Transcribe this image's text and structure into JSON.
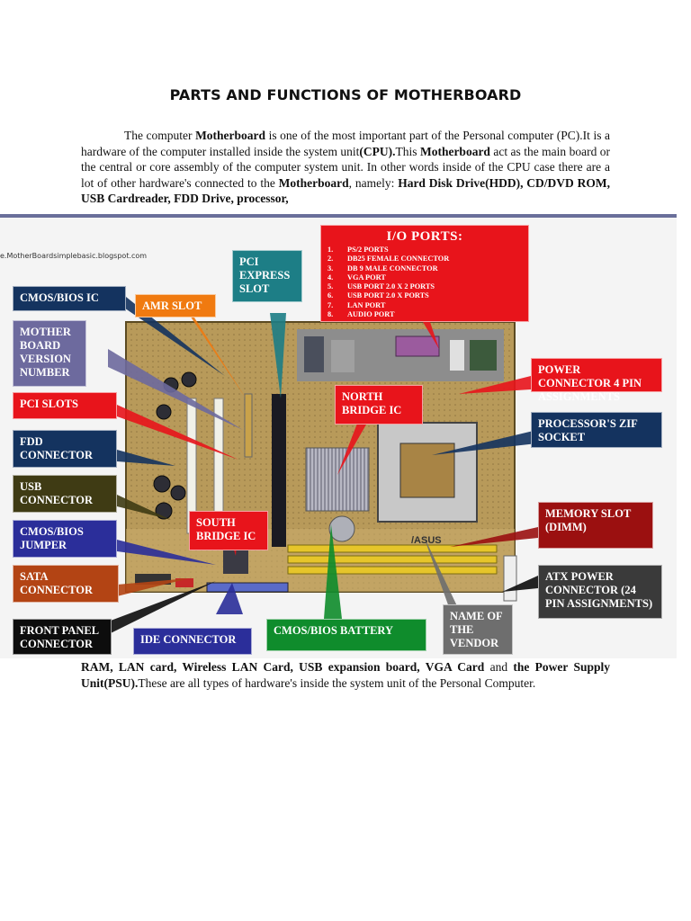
{
  "document": {
    "title": "PARTS AND FUNCTIONS OF MOTHERBOARD",
    "para1": {
      "s1": "The computer ",
      "b1": "Motherboard",
      "s2": " is one of the most important part of the Personal computer (PC).It is a hardware of the computer installed inside the system unit",
      "b2": "(CPU).",
      "s3": "This ",
      "b3": "Motherboard",
      "s4": " act as the main board or the central or core assembly of the computer system unit. In other words inside of the CPU case there are a lot of other hardware's connected to the ",
      "b4": "Motherboard",
      "s5": ", namely: ",
      "b5": "Hard Disk Drive(HDD), CD/DVD ROM, USB Cardreader, FDD Drive, processor,"
    },
    "para2": {
      "b1": "RAM, LAN card, Wireless LAN Card, USB expansion board, VGA Card",
      "s1": " and ",
      "b2": "the Power Supply Unit(PSU).",
      "s2": "These are all types of hardware's inside the system unit of the Personal Computer."
    }
  },
  "figure": {
    "watermark": "e.MotherBoardsimplebasic.blogspot.com",
    "io_ports": {
      "heading": "I/O PORTS:",
      "items": [
        {
          "num": "1.",
          "text": "PS/2 PORTS"
        },
        {
          "num": "2.",
          "text": "DB25 FEMALE CONNECTOR"
        },
        {
          "num": "3.",
          "text": "DB 9 MALE CONNECTOR"
        },
        {
          "num": "4.",
          "text": "VGA PORT"
        },
        {
          "num": "5.",
          "text": "USB PORT 2.0 X 2 PORTS"
        },
        {
          "num": "6.",
          "text": "USB PORT 2.0 X PORTS"
        },
        {
          "num": "7.",
          "text": "LAN PORT"
        },
        {
          "num": "8.",
          "text": "AUDIO PORT"
        }
      ]
    },
    "labels": {
      "cmos_bios_ic": "CMOS/BIOS IC",
      "amr_slot": "AMR SLOT",
      "pci_express": "PCI EXPRESS SLOT",
      "mother_board_version": "MOTHER BOARD VERSION NUMBER",
      "pci_slots": "PCI SLOTS",
      "fdd_connector": "FDD CONNECTOR",
      "usb_connector": "USB CONNECTOR",
      "cmos_bios_jumper": "CMOS/BIOS JUMPER",
      "sata_connector": "SATA CONNECTOR",
      "front_panel": "FRONT PANEL CONNECTOR",
      "ide_connector": "IDE CONNECTOR",
      "cmos_bios_battery": "CMOS/BIOS BATTERY",
      "name_of_vendor": "NAME OF THE VENDOR",
      "north_bridge": "NORTH BRIDGE IC",
      "south_bridge": "SOUTH BRIDGE IC",
      "power_connector": "POWER CONNECTOR 4 PIN ASSIGNMENTS",
      "processor_socket": "PROCESSOR'S ZIF SOCKET",
      "memory_slot": "MEMORY SLOT (DIMM)",
      "atx_power": "ATX POWER CONNECTOR (24 PIN ASSIGNMENTS)",
      "board_brand": "/ASUS"
    },
    "colors": {
      "red": "#e8141b",
      "navy": "#14335f",
      "teal": "#1d7e86",
      "orange": "#f07a10",
      "purple": "#6d6a9e",
      "darkred": "#9b1010",
      "olive": "#3f3b14",
      "blue": "#2b2e9a",
      "rust": "#b34414",
      "black": "#0d0d0d",
      "green": "#0f8c2c",
      "gray": "#6e6e6e"
    }
  }
}
